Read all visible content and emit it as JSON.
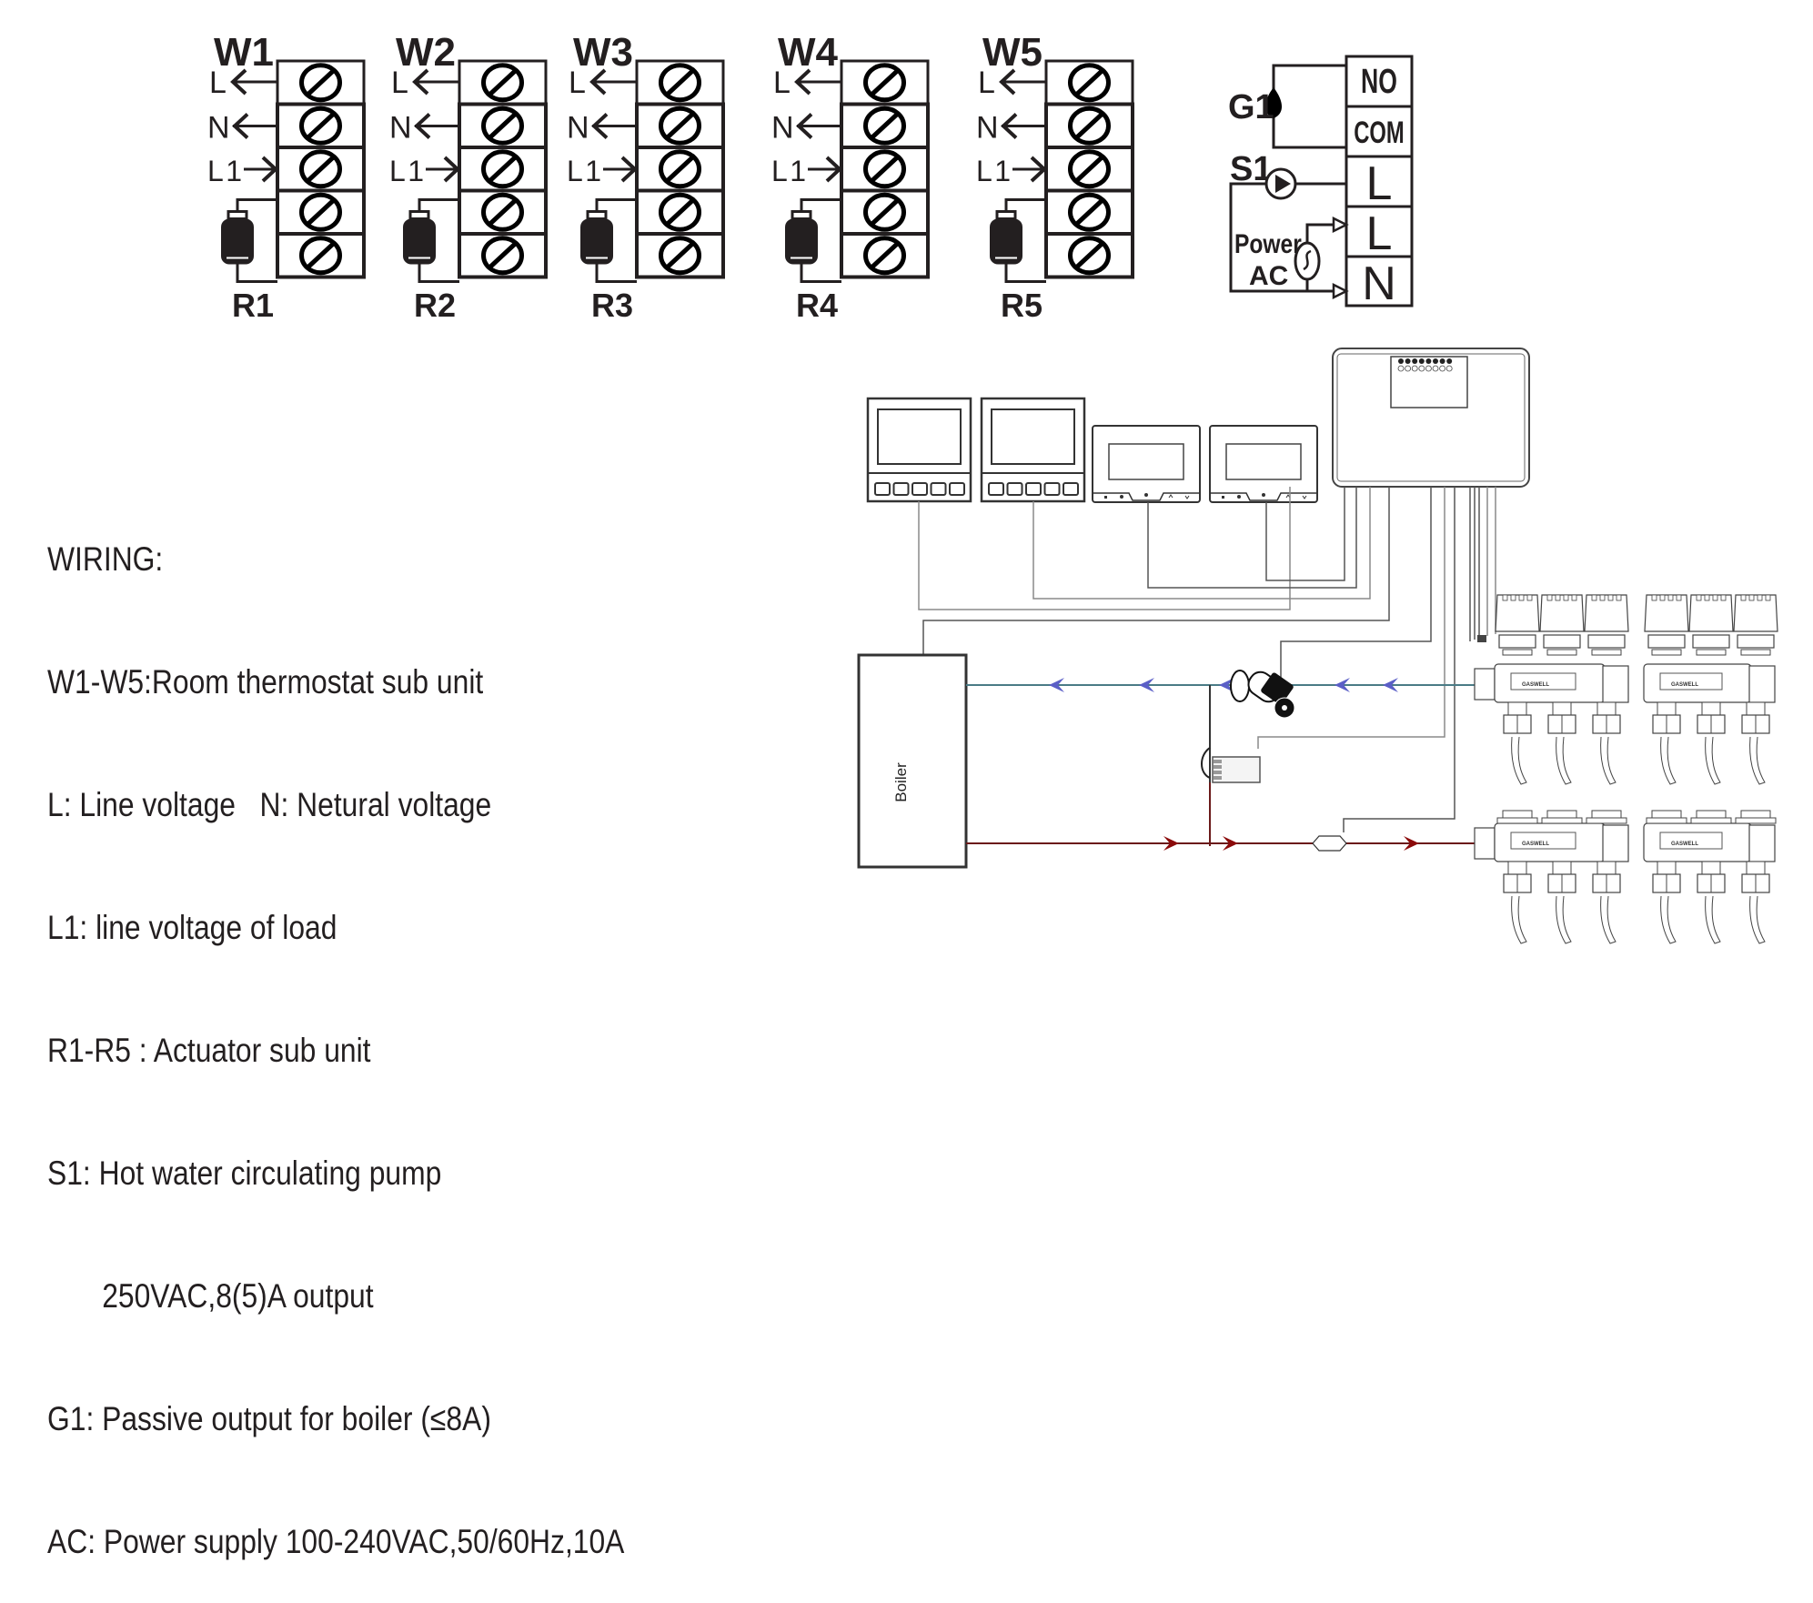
{
  "thermostat_units": [
    {
      "id": "W1",
      "actuator": "R1",
      "terminals": [
        "L",
        "N",
        "L1",
        "",
        ""
      ]
    },
    {
      "id": "W2",
      "actuator": "R2",
      "terminals": [
        "L",
        "N",
        "L1",
        "",
        ""
      ]
    },
    {
      "id": "W3",
      "actuator": "R3",
      "terminals": [
        "L",
        "N",
        "L1",
        "",
        ""
      ]
    },
    {
      "id": "W4",
      "actuator": "R4",
      "terminals": [
        "L",
        "N",
        "L1",
        "",
        ""
      ]
    },
    {
      "id": "W5",
      "actuator": "R5",
      "terminals": [
        "L",
        "N",
        "L1",
        "",
        ""
      ]
    }
  ],
  "main_terminal": {
    "terminals": [
      "NO",
      "COM",
      "L",
      "L",
      "N"
    ],
    "g1_label": "G1",
    "s1_label": "S1",
    "power_label_1": "Power",
    "power_label_2": "AC"
  },
  "legend": {
    "title": "WIRING:",
    "lines": [
      "W1-W5:Room thermostat sub unit",
      "L: Line voltage   N: Netural voltage",
      "L1: line voltage of load",
      "R1-R5 : Actuator sub unit",
      "S1: Hot water circulating pump",
      "250VAC,8(5)A output",
      "G1: Passive output for boiler (≤8A)",
      "AC: Power supply 100-240VAC,50/60Hz,10A"
    ]
  },
  "system": {
    "boiler_label": "Boiler",
    "manifold_brand": "GASWELL",
    "thermostat_count": 4,
    "manifold_outlets_per_bank": 3,
    "controller_leds": 8
  },
  "colors": {
    "ink": "#231f20",
    "return_pipe": "#4a7b86",
    "return_arrow": "#5b5fc7",
    "supply_pipe": "#6b1a1a",
    "supply_arrow": "#8b0a0a",
    "wire": "#8a8a8a"
  }
}
